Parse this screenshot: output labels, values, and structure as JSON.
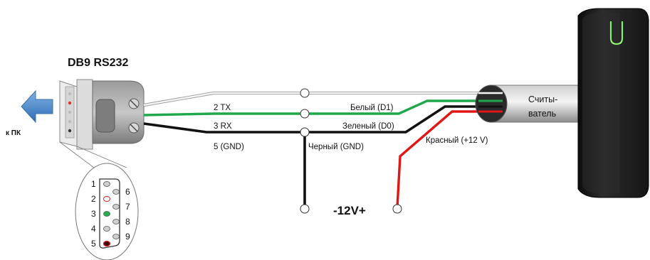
{
  "connector": {
    "title": "DB9 RS232",
    "to_pc_label": "к ПК",
    "pins_left": [
      "1",
      "2",
      "3",
      "4",
      "5"
    ],
    "pins_right": [
      "6",
      "7",
      "8",
      "9"
    ]
  },
  "wires": {
    "tx": "2 TX",
    "rx": "3 RX",
    "gnd": "5 (GND)",
    "white": "Белый (D1)",
    "green": "Зеленый (D0)",
    "black": "Черный (GND)",
    "red": "Красный (+12 V)"
  },
  "power": {
    "label": "-12V+"
  },
  "reader": {
    "label_line1": "Считы-",
    "label_line2": "ватель"
  },
  "colors": {
    "arrow": "#4a86c8",
    "wire_white": "#f2f2f2",
    "wire_green": "#1fa84a",
    "wire_black": "#111111",
    "wire_red": "#e01616",
    "reader_body": "#1c1c1c",
    "reader_led": "#6fe35a"
  }
}
